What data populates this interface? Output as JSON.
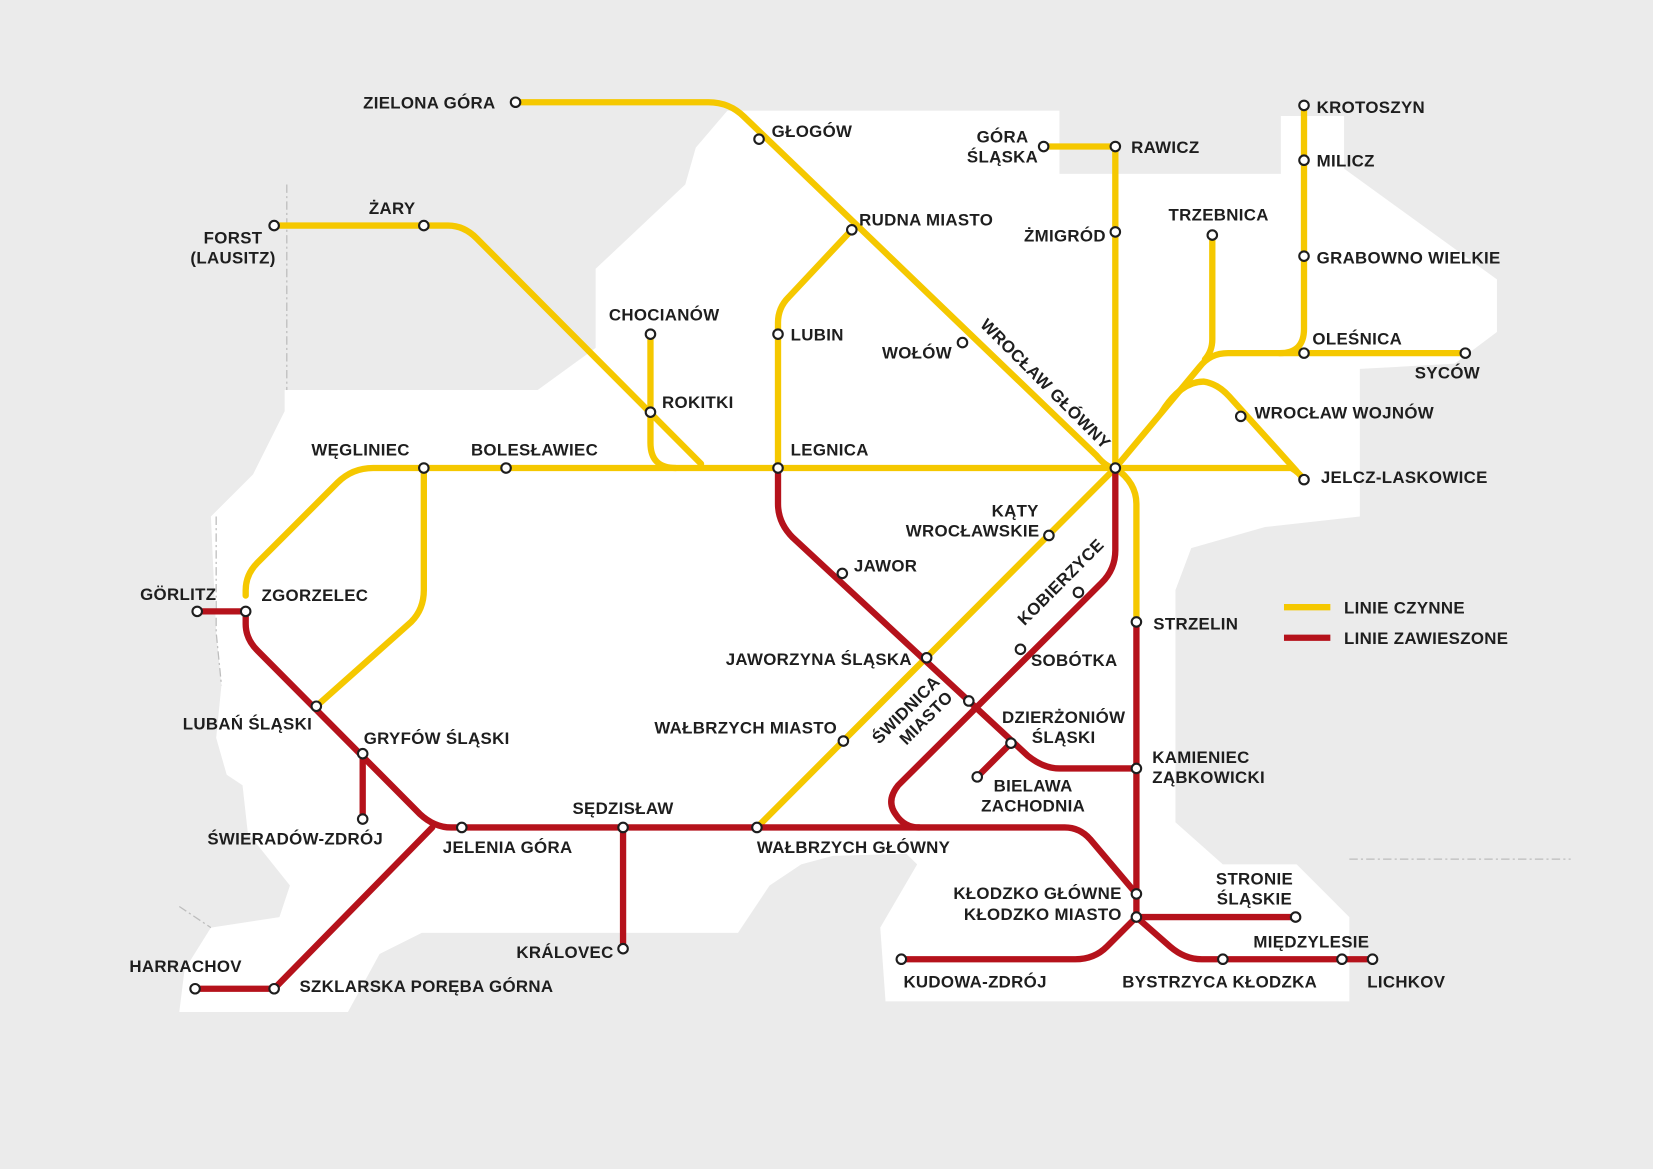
{
  "colors": {
    "background": "#ebebeb",
    "region": "#ffffff",
    "active_line": "#f5c800",
    "suspended_line": "#b5121b"
  },
  "legend": {
    "active": "LINIE CZYNNE",
    "suspended": "LINIE ZAWIESZONE"
  },
  "stations": {
    "zielona_gora": "ZIELONA GÓRA",
    "glogow": "GŁOGÓW",
    "gora_slaska": [
      "GÓRA",
      "ŚLĄSKA"
    ],
    "rawicz": "RAWICZ",
    "krotoszyn": "KROTOSZYN",
    "milicz": "MILICZ",
    "grabowno": "GRABOWNO WIELKIE",
    "zary": "ŻARY",
    "forst": [
      "FORST",
      "(LAUSITZ)"
    ],
    "rudna": "RUDNA MIASTO",
    "zmigrod": "ŻMIGRÓD",
    "trzebnica": "TRZEBNICA",
    "chocianow": "CHOCIANÓW",
    "lubin": "LUBIN",
    "wolow": "WOŁÓW",
    "olesnica": "OLEŚNICA",
    "sycow": "SYCÓW",
    "rokitki": "ROKITKI",
    "wojnow": "WROCŁAW WOJNÓW",
    "wroclaw": "WROCŁAW GŁÓWNY",
    "wegliniec": "WĘGLINIEC",
    "boleslawiec": "BOLESŁAWIEC",
    "legnica": "LEGNICA",
    "jelcz": "JELCZ-LASKOWICE",
    "katy": [
      "KĄTY",
      "WROCŁAWSKIE"
    ],
    "jawor": "JAWOR",
    "gorlitz": "GÖRLITZ",
    "zgorzelec": "ZGORZELEC",
    "strzelin": "STRZELIN",
    "kobierzyce": "KOBIERZYCE",
    "jaworzyna": "JAWORZYNA ŚLĄSKA",
    "sobotka": "SOBÓTKA",
    "swidnica": [
      "ŚWIDNICA",
      "MIASTO"
    ],
    "dzierzoniow": [
      "DZIERŻONIÓW",
      "ŚLĄSKI"
    ],
    "luban": "LUBAŃ ŚLĄSKI",
    "gryfow": "GRYFÓW ŚLĄSKI",
    "walbrzych_miasto": "WAŁBRZYCH MIASTO",
    "kamieniec": [
      "KAMIENIEC",
      "ZĄBKOWICKI"
    ],
    "bielawa": [
      "BIELAWA",
      "ZACHODNIA"
    ],
    "sedzislaw": "SĘDZISŁAW",
    "swieradow": "ŚWIERADÓW-ZDRÓJ",
    "jelenia": "JELENIA GÓRA",
    "walbrzych_glowny": "WAŁBRZYCH GŁÓWNY",
    "stronie": [
      "STRONIE",
      "ŚLĄSKIE"
    ],
    "klodzko_glowne": "KŁODZKO GŁÓWNE",
    "klodzko_miasto": "KŁODZKO MIASTO",
    "miedzylesie": "MIĘDZYLESIE",
    "kralovec": "KRÁLOVEC",
    "harrachov": "HARRACHOV",
    "kudowa": "KUDOWA-ZDRÓJ",
    "szklarska": "SZKLARSKA PORĘBA GÓRNA",
    "bystrzyca": "BYSTRZYCA KŁODZKA",
    "lichkov": "LICHKOV"
  }
}
